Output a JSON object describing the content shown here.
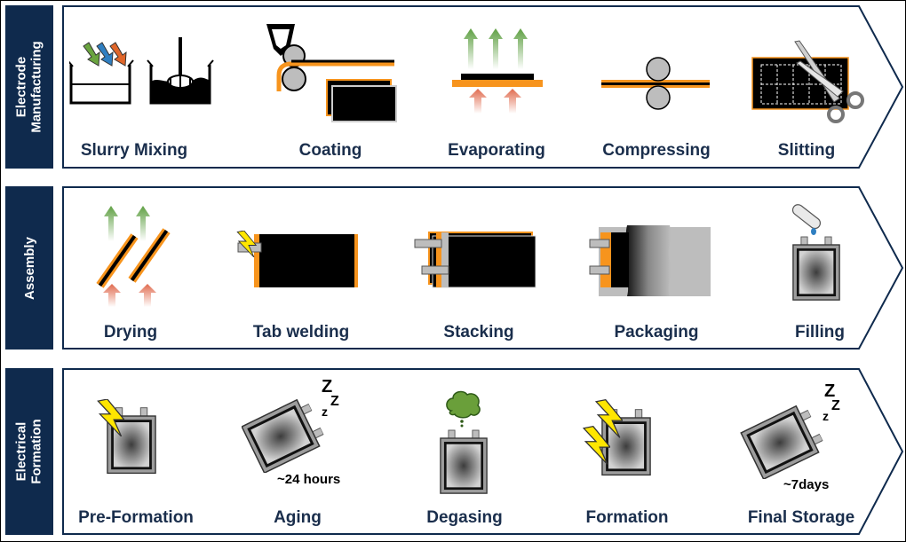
{
  "sections": [
    {
      "title": "Electrode\nManufacturing",
      "steps": [
        "Slurry Mixing",
        "Coating",
        "Evaporating",
        "Compressing",
        "Slitting"
      ]
    },
    {
      "title": "Assembly",
      "steps": [
        "Drying",
        "Tab welding",
        "Stacking",
        "Packaging",
        "Filling"
      ]
    },
    {
      "title": "Electrical\nFormation",
      "steps": [
        "Pre-Formation",
        "Aging",
        "Degasing",
        "Formation",
        "Final Storage"
      ]
    }
  ],
  "notes": {
    "aging": "~24 hours",
    "final_storage": "~7days"
  },
  "sleep": {
    "z_big": "Z",
    "z_mid": "Z",
    "z_small": "z"
  },
  "colors": {
    "navy": "#0f2a4d",
    "text": "#1a2e4c",
    "orange": "#f7941d",
    "green_arrow": "#5fa043",
    "red_arrow": "#e06a4e",
    "bolt": "#ffe600"
  }
}
